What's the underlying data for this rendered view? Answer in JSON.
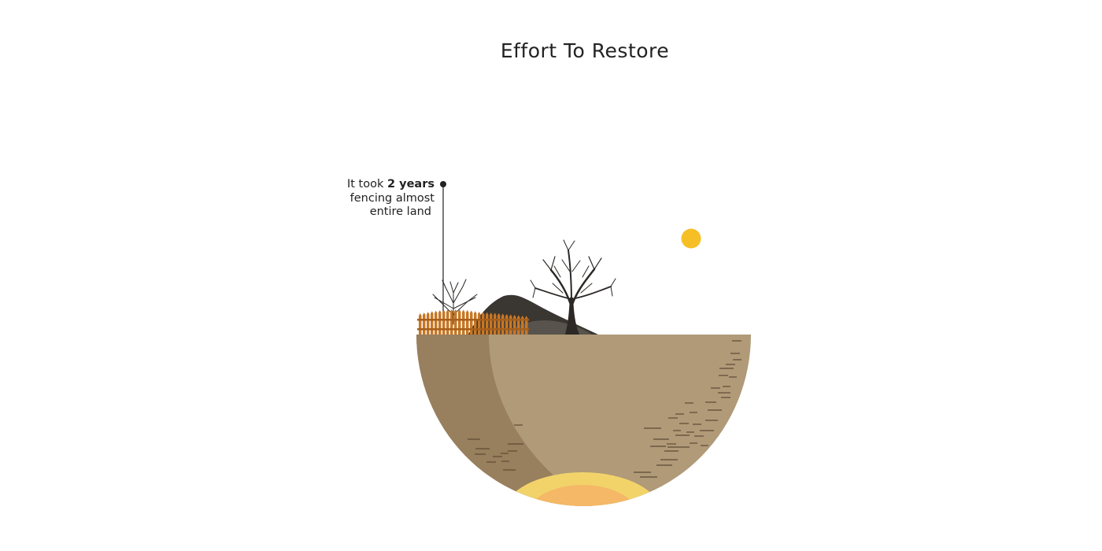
{
  "title": "Effort To Restore",
  "annotation": {
    "prefix": "It took ",
    "highlight": "2 years",
    "line2": "fencing almost",
    "line3": "entire land"
  },
  "colors": {
    "sun": "#f6bf26",
    "soil_light": "#b09a78",
    "soil_dark": "#987f5d",
    "hill_dark": "#3a3632",
    "hill_light": "#58534d",
    "fence": "#c77725",
    "tree": "#2b2826",
    "water_yellow": "#f2d36a",
    "water_orange": "#f4b866",
    "dash": "#5e4a35"
  }
}
